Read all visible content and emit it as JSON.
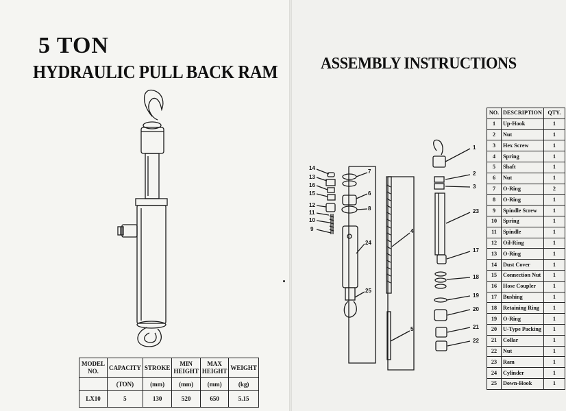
{
  "left_page": {
    "title_line1": "5 TON",
    "title_line2": "HYDRAULIC PULL BACK RAM",
    "spec_table": {
      "headers": [
        "MODEL NO.",
        "CAPACITY",
        "STROKE",
        "MIN HEIGHT",
        "MAX HEIGHT",
        "WEIGHT"
      ],
      "units": [
        "",
        "(TON)",
        "(mm)",
        "(mm)",
        "(mm)",
        "(kg)"
      ],
      "values": [
        "LX10",
        "5",
        "130",
        "520",
        "650",
        "5.15"
      ]
    }
  },
  "right_page": {
    "title": "ASSEMBLY INSTRUCTIONS",
    "parts_table": {
      "headers": [
        "NO.",
        "DESCRIPTION",
        "QTY."
      ],
      "rows": [
        [
          "1",
          "Up-Hook",
          "1"
        ],
        [
          "2",
          "Nut",
          "1"
        ],
        [
          "3",
          "Hex Screw",
          "1"
        ],
        [
          "4",
          "Spring",
          "1"
        ],
        [
          "5",
          "Shaft",
          "1"
        ],
        [
          "6",
          "Nut",
          "1"
        ],
        [
          "7",
          "O-Ring",
          "2"
        ],
        [
          "8",
          "O-Ring",
          "1"
        ],
        [
          "9",
          "Spindle Screw",
          "1"
        ],
        [
          "10",
          "Spring",
          "1"
        ],
        [
          "11",
          "Spindle",
          "1"
        ],
        [
          "12",
          "Oil-Ring",
          "1"
        ],
        [
          "13",
          "O-Ring",
          "1"
        ],
        [
          "14",
          "Dust Cover",
          "1"
        ],
        [
          "15",
          "Connection Nut",
          "1"
        ],
        [
          "16",
          "Hose Coupler",
          "1"
        ],
        [
          "17",
          "Bushing",
          "1"
        ],
        [
          "18",
          "Retaining Ring",
          "1"
        ],
        [
          "19",
          "O-Ring",
          "1"
        ],
        [
          "20",
          "U-Type Packing",
          "1"
        ],
        [
          "21",
          "Collar",
          "1"
        ],
        [
          "22",
          "Nut",
          "1"
        ],
        [
          "23",
          "Ram",
          "1"
        ],
        [
          "24",
          "Cylinder",
          "1"
        ],
        [
          "25",
          "Down-Hook",
          "1"
        ]
      ]
    },
    "callouts": [
      "14",
      "13",
      "16",
      "15",
      "12",
      "11",
      "10",
      "9",
      "7",
      "6",
      "8",
      "24",
      "25",
      "4",
      "5",
      "1",
      "2",
      "3",
      "23",
      "17",
      "18",
      "19",
      "20",
      "21",
      "22"
    ]
  }
}
